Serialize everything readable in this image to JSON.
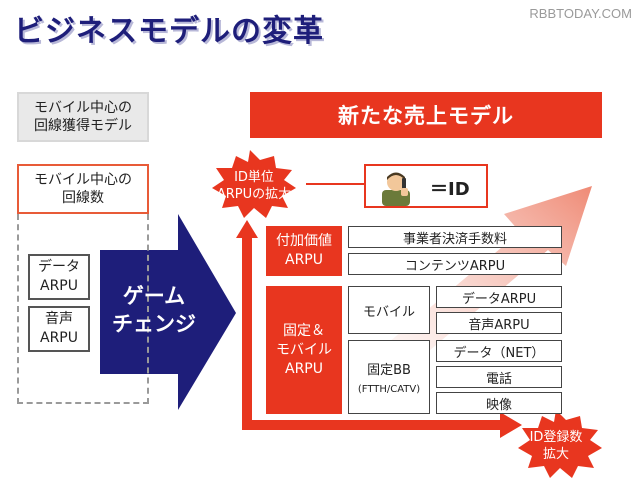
{
  "title": "ビジネスモデルの変革",
  "watermark": "RBBTODAY.COM",
  "left": {
    "old_model": "モバイル中心の\n回線獲得モデル",
    "mobile_lines": "モバイル中心の\n回線数",
    "data_arpu": "データ\nARPU",
    "voice_arpu": "音声\nARPU"
  },
  "game_change": "ゲーム\nチェンジ",
  "new_model": "新たな売上モデル",
  "id_arpu_bubble": "ID単位\nARPUの拡大",
  "id_label": "＝ID",
  "id_reg_bubble": "ID登録数\n拡大",
  "value_added": {
    "label": "付加価値\nARPU",
    "items": [
      "事業者決済手数料",
      "コンテンツARPU"
    ]
  },
  "fixed_mobile": {
    "label": "固定＆\nモバイル\nARPU",
    "mobile": "モバイル",
    "mobile_items": [
      "データARPU",
      "音声ARPU"
    ],
    "fixed_bb": "固定BB",
    "fixed_bb_sub": "(FTTH/CATV)",
    "fixed_items": [
      "データ（NET）",
      "電話",
      "映像"
    ]
  },
  "colors": {
    "accent_red": "#e8361f",
    "navy": "#1e1e7a",
    "watermark": "#9a9a9a"
  }
}
